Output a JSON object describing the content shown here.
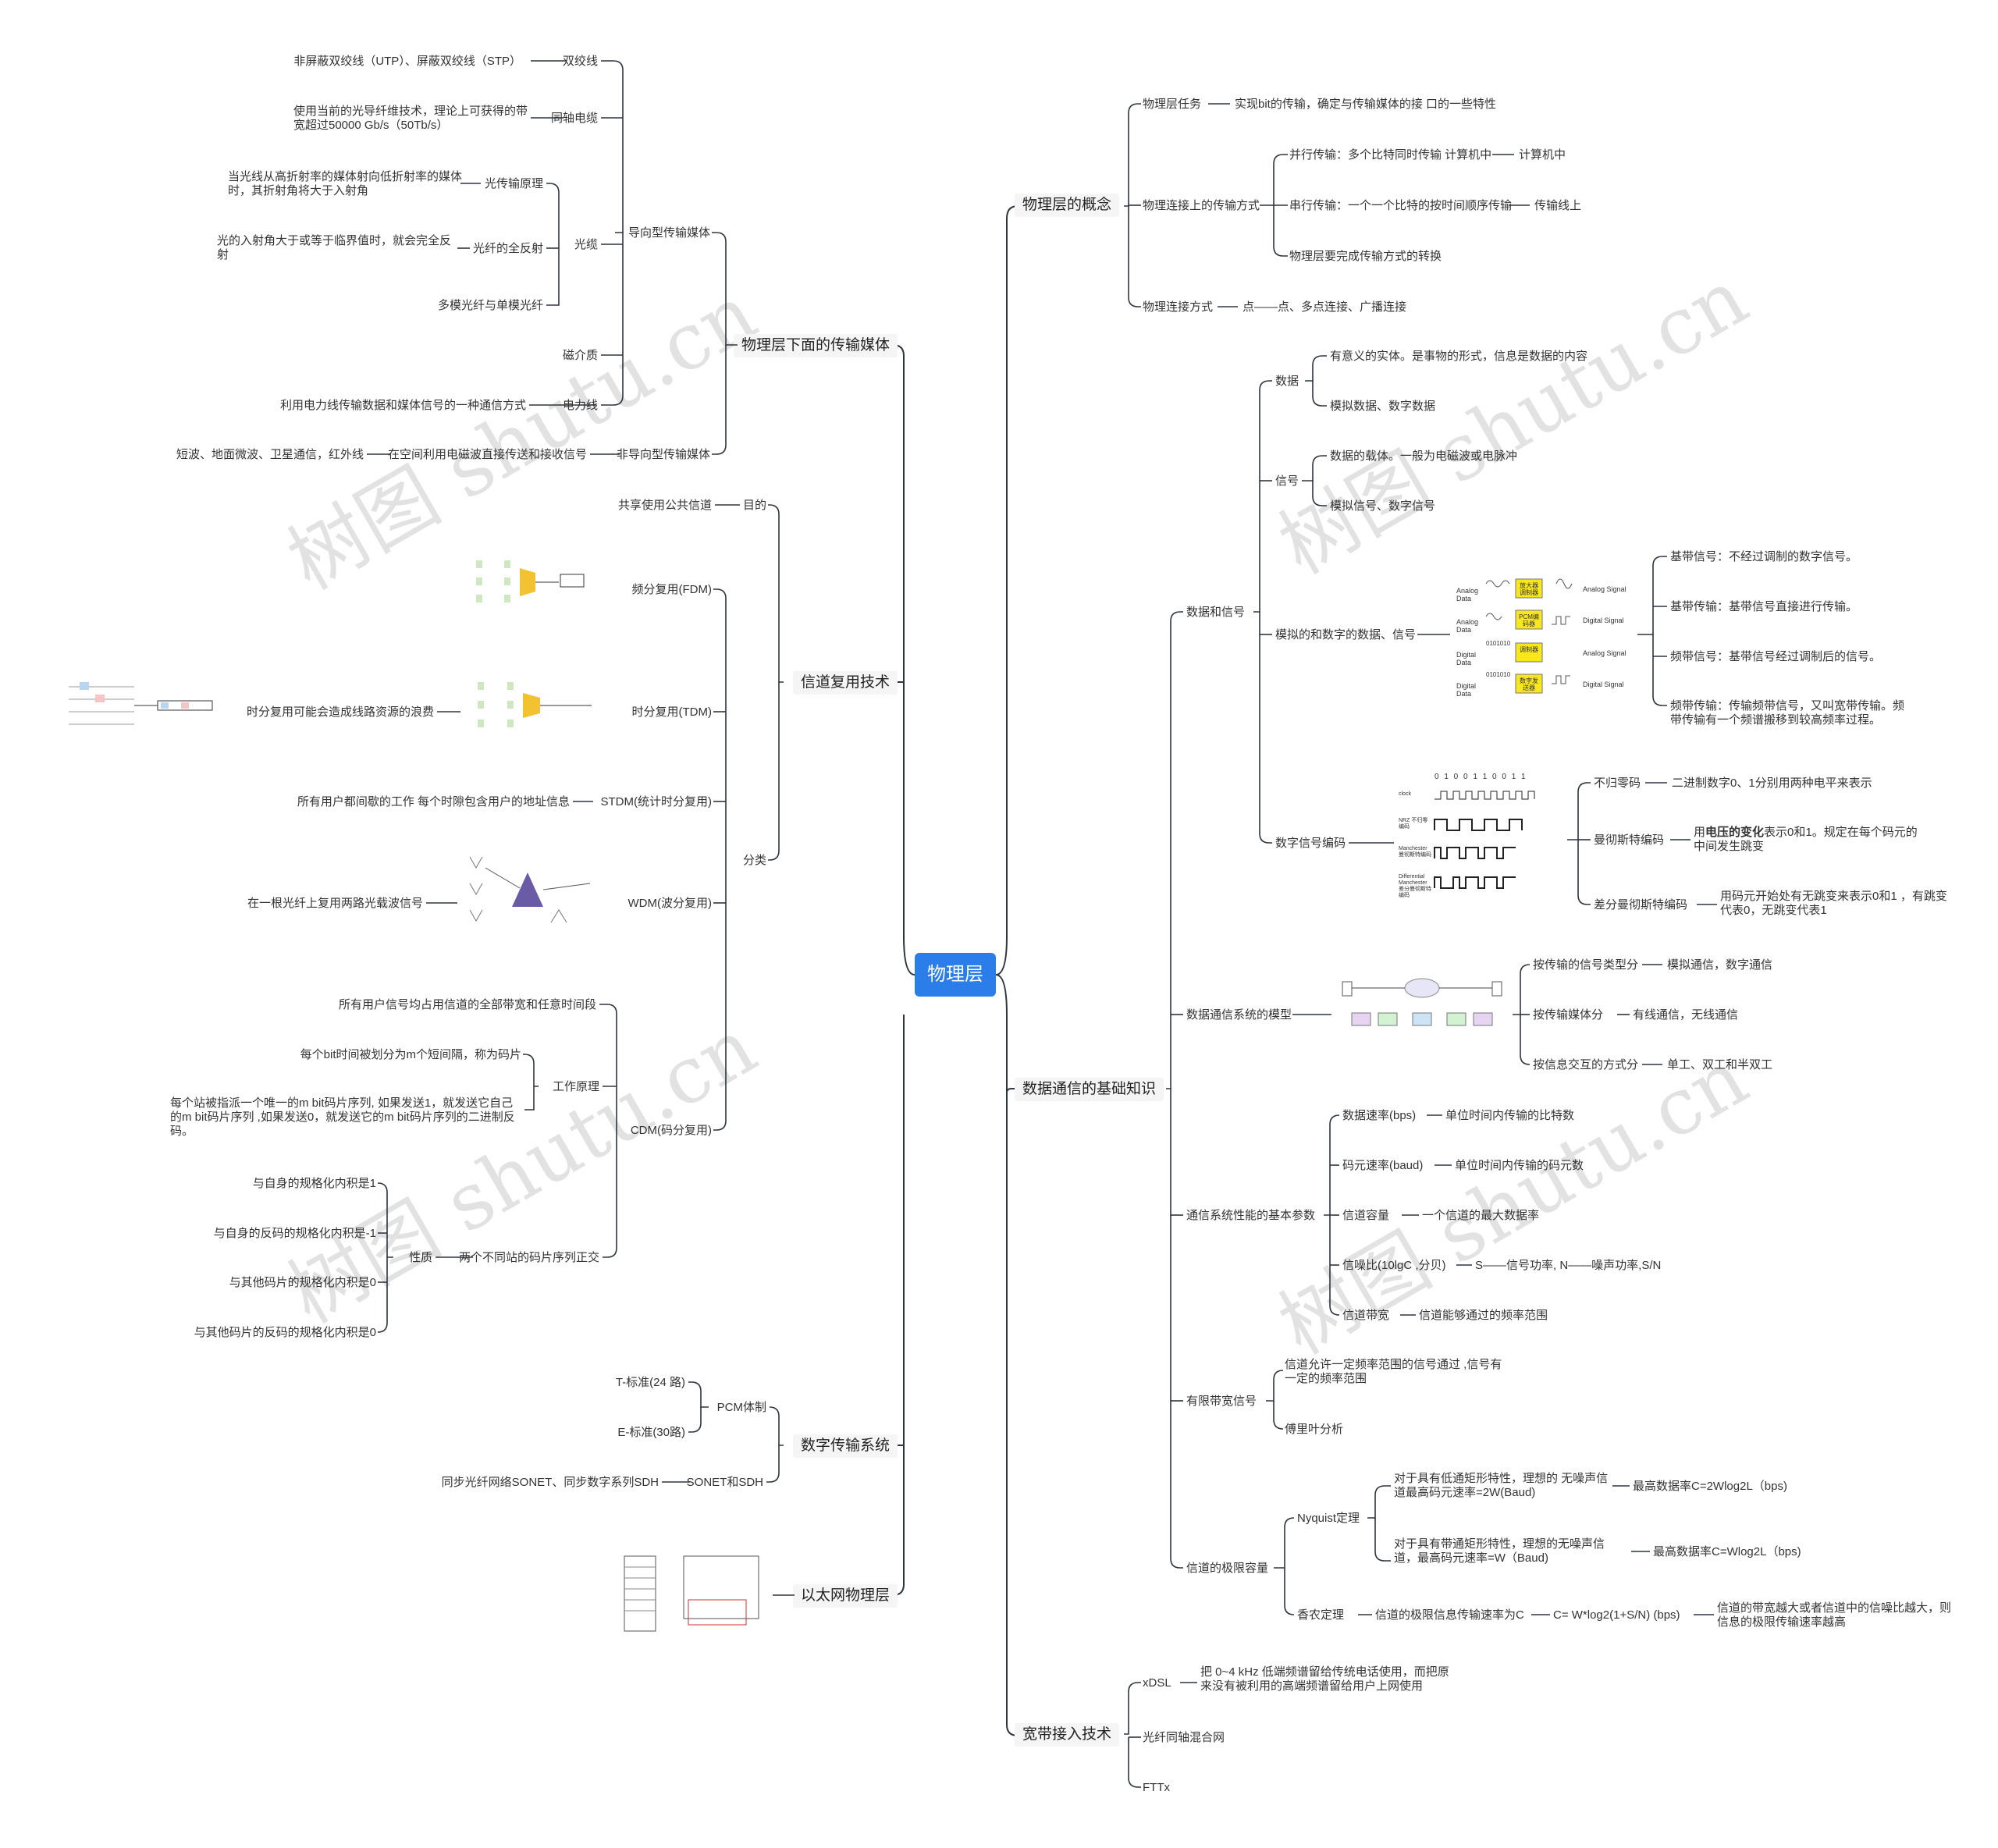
{
  "root": "物理层",
  "watermark": "树图 shutu.cn",
  "left": {
    "media": {
      "label": "物理层下面的传输媒体",
      "guided": "导向型传输媒体",
      "twisted": "双绞线",
      "twisted_d": "非屏蔽双绞线（UTP）、屏蔽双绞线（STP）",
      "coax": "同轴电缆",
      "coax_d": "使用当前的光导纤维技术，理论上可获得的带宽超过50000 Gb/s（50Tb/s）",
      "fiber": "光缆",
      "fiber_p1": "光传输原理",
      "fiber_p1_d": "当光线从高折射率的媒体射向低折射率的媒体时，其折射角将大于入射角",
      "fiber_p2": "光纤的全反射",
      "fiber_p2_d": "光的入射角大于或等于临界值时，就会完全反射",
      "fiber_p3": "多模光纤与单模光纤",
      "magnetic": "磁介质",
      "power": "电力线",
      "power_d": "利用电力线传输数据和媒体信号的一种通信方式",
      "unguided": "非导向型传输媒体",
      "unguided_d": "在空间利用电磁波直接传送和接收信号",
      "unguided_e": "短波、地面微波、卫星通信，红外线"
    },
    "mux": {
      "label": "信道复用技术",
      "purpose": "目的",
      "purpose_d": "共享使用公共信道",
      "classes": "分类",
      "fdm": "频分复用(FDM)",
      "tdm": "时分复用(TDM)",
      "tdm_d": "时分复用可能会造成线路资源的浪费",
      "stdm": "STDM(统计时分复用)",
      "stdm_d": "所有用户都间歇的工作 每个时隙包含用户的地址信息",
      "wdm": "WDM(波分复用)",
      "wdm_d": "在一根光纤上复用两路光载波信号",
      "cdm": "CDM(码分复用)",
      "cdm_all": "所有用户信号均占用信道的全部带宽和任意时间段",
      "cdm_work": "工作原理",
      "cdm_w1": "每个bit时间被划分为m个短间隔，称为码片",
      "cdm_w2": "每个站被指派一个唯一的m bit码片序列, 如果发送1，就发送它自己的m bit码片序列 ,如果发送0，就发送它的m bit码片序列的二进制反码。",
      "cdm_prop": "两个不同站的码片序列正交",
      "nature": "性质",
      "nat1": "与自身的规格化内积是1",
      "nat2": "与自身的反码的规格化内积是-1",
      "nat3": "与其他码片的规格化内积是0",
      "nat4": "与其他码片的反码的规格化内积是0"
    },
    "digital": {
      "label": "数字传输系统",
      "pcm": "PCM体制",
      "t": "T-标准(24 路)",
      "e": "E-标准(30路)",
      "sonet": "SONET和SDH",
      "sonet_d": "同步光纤网络SONET、同步数字系列SDH"
    },
    "ethernet": {
      "label": "以太网物理层"
    }
  },
  "right": {
    "concept": {
      "label": "物理层的概念",
      "task": "物理层任务",
      "task_d": "实现bit的传输，确定与传输媒体的接 口的一些特性",
      "conn": "物理连接上的传输方式",
      "par": "并行传输：多个比特同时传输 计算机中",
      "par_d": "计算机中",
      "ser": "串行传输：一个一个比特的按时间顺序传输",
      "ser_d": "传输线上",
      "conv": "物理层要完成传输方式的转换",
      "way": "物理连接方式",
      "way_d": "点——点、多点连接、广播连接"
    },
    "basics": {
      "label": "数据通信的基础知识",
      "ds": "数据和信号",
      "data": "数据",
      "data_1": "有意义的实体。是事物的形式，信息是数据的内容",
      "data_2": "模拟数据、数字数据",
      "sig": "信号",
      "sig_1": "数据的载体。一般为电磁波或电脉冲",
      "sig_2": "模拟信号、数字信号",
      "ad": "模拟的和数字的数据、信号",
      "bb": "基带信号：不经过调制的数字信号。",
      "bbt": "基带传输：基带信号直接进行传输。",
      "bt": "频带信号：基带信号经过调制后的信号。",
      "bwt": "频带传输：传输频带信号，又叫宽带传输。频带传输有一个频谱搬移到较高频率过程。",
      "enc": "数字信号编码",
      "nrz": "不归零码",
      "nrz_d": "二进制数字0、1分别用两种电平来表示",
      "man": "曼彻斯特编码",
      "man_d_bold": "电压的变化",
      "man_d_pre": "用",
      "man_d_post": "表示0和1。规定在每个码元的中间发生跳变",
      "dman": "差分曼彻斯特编码",
      "dman_d": "用码元开始处有无跳变来表示0和1 ，有跳变代表0，无跳变代表1",
      "model": "数据通信系统的模型",
      "m1": "按传输的信号类型分",
      "m1_d": "模拟通信，数字通信",
      "m2": "按传输媒体分",
      "m2_d": "有线通信，无线通信",
      "m3": "按信息交互的方式分",
      "m3_d": "单工、双工和半双工",
      "perf": "通信系统性能的基本参数",
      "p1": "数据速率(bps)",
      "p1_d": "单位时间内传输的比特数",
      "p2": "码元速率(baud)",
      "p2_d": "单位时间内传输的码元数",
      "p3": "信道容量",
      "p3_d": "一个信道的最大数据率",
      "p4": "信噪比(10lgC ,分贝)",
      "p4_d": "S——信号功率, N——噪声功率,S/N",
      "p5": "信道带宽",
      "p5_d": "信道能够通过的频率范围",
      "lim": "有限带宽信号",
      "lim_1": "信道允许一定频率范围的信号通过 ,信号有一定的频率范围",
      "lim_2": "傅里叶分析",
      "cap": "信道的极限容量",
      "nyq": "Nyquist定理",
      "nyq1": "对于具有低通矩形特性，理想的 无噪声信道最高码元速率=2W(Baud)",
      "nyq1_d": "最高数据率C=2Wlog2L（bps)",
      "nyq2": "对于具有带通矩形特性，理想的无噪声信道，最高码元速率=W（Baud)",
      "nyq2_d": "最高数据率C=Wlog2L（bps)",
      "sha": "香农定理",
      "sha_1": "信道的极限信息传输速率为C",
      "sha_2": "C= W*log2(1+S/N) (bps)",
      "sha_3": "信道的带宽越大或者信道中的信噪比越大，则信息的极限传输速率越高"
    },
    "broadband": {
      "label": "宽带接入技术",
      "xdsl": "xDSL",
      "xdsl_d": "把 0~4 kHz 低端频谱留给传统电话使用，而把原来没有被利用的高端频谱留给用户上网使用",
      "hfc": "光纤同轴混合网",
      "fttx": "FTTx"
    }
  },
  "figure_labels": {
    "ad_rows": [
      {
        "in": "Analog Data",
        "box": "放大器调制器",
        "out": "Analog Signal"
      },
      {
        "in": "Analog Data",
        "box": "PCM编码器",
        "out": "Digital Signal"
      },
      {
        "in": "Digital Data",
        "box": "调制器",
        "out": "Analog Signal"
      },
      {
        "in": "Digital Data",
        "box": "数字发送器",
        "out": "Digital Signal"
      }
    ],
    "ad_bits": "0101010",
    "enc_bits": "0 1 0 0 1 1 0 0 1 1",
    "enc_rows": [
      "clock",
      "NRZ 不归零编码",
      "Manchester 曼彻斯特编码",
      "Differential Manchester 差分曼彻斯特编码"
    ]
  }
}
